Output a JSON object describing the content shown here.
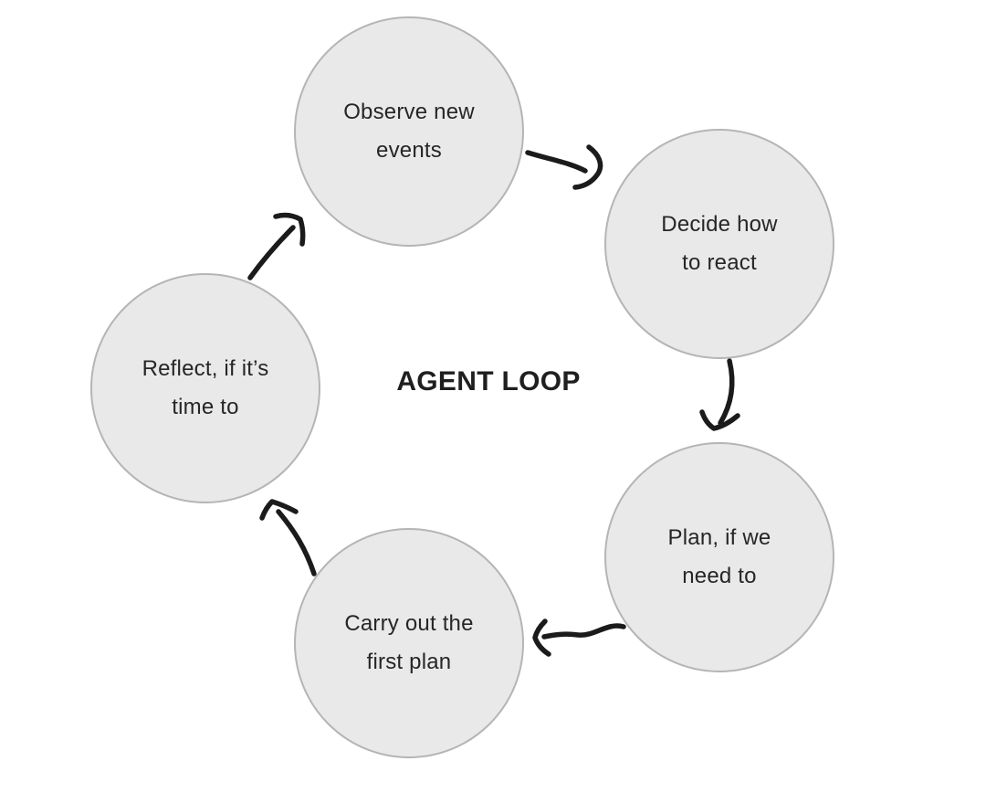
{
  "diagram": {
    "title": "AGENT LOOP",
    "nodes": [
      {
        "id": "observe-new-events",
        "lines": [
          "Observe new",
          "events"
        ]
      },
      {
        "id": "decide-how-to-react",
        "lines": [
          "Decide how",
          "to react"
        ]
      },
      {
        "id": "plan-if-we-need-to",
        "lines": [
          "Plan, if we",
          "need to"
        ]
      },
      {
        "id": "carry-out-the-first-plan",
        "lines": [
          "Carry out the",
          "first plan"
        ]
      },
      {
        "id": "reflect-if-its-time-to",
        "lines": [
          "Reflect, if it’s",
          "time to"
        ]
      }
    ],
    "edges": [
      {
        "from": "observe-new-events",
        "to": "decide-how-to-react"
      },
      {
        "from": "decide-how-to-react",
        "to": "plan-if-we-need-to"
      },
      {
        "from": "plan-if-we-need-to",
        "to": "carry-out-the-first-plan"
      },
      {
        "from": "carry-out-the-first-plan",
        "to": "reflect-if-its-time-to"
      },
      {
        "from": "reflect-if-its-time-to",
        "to": "observe-new-events"
      }
    ],
    "colors": {
      "background": "#ffffff",
      "node_fill": "#e9e9e9",
      "node_border": "#b5b5b5",
      "node_text": "#262626",
      "title_text": "#1f1f1f",
      "arrow": "#1b1b1b"
    }
  }
}
